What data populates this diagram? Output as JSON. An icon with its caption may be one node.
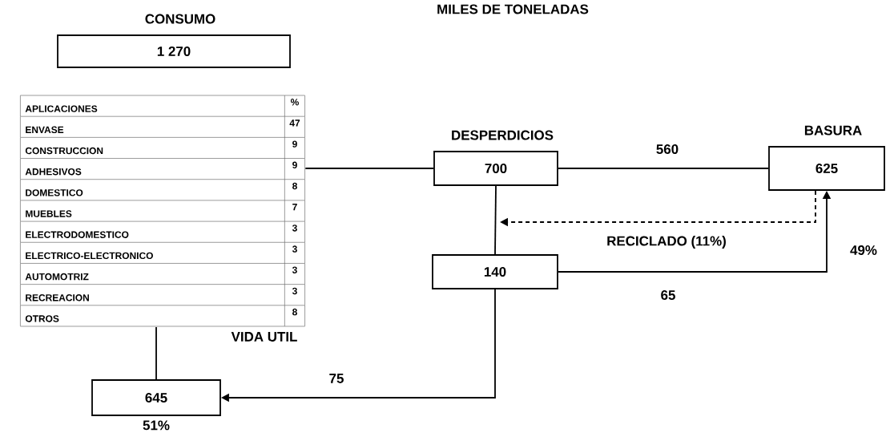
{
  "diagram": {
    "title": "MILES DE TONELADAS",
    "nodes": [
      {
        "text": [
          "CONSUMO",
          "1 270"
        ]
      },
      {
        "text": [
          "APLICACIONES",
          "%",
          "ENVASE",
          "47",
          "CONSTRUCCION",
          "9",
          "ADHESIVOS",
          "9",
          "DOMESTICO",
          "8",
          "MUEBLES",
          "7",
          "ELECTRODOMESTICO",
          "3",
          "ELECTRICO-ELECTRONICO",
          "3",
          "AUTOMOTRIZ",
          "3",
          "RECREACION",
          "3",
          "OTROS",
          "8"
        ]
      },
      {
        "text": [
          "DESPERDICIOS",
          "700"
        ]
      },
      {
        "text": [
          "BASURA",
          "625"
        ]
      },
      {
        "text": [
          "140"
        ]
      },
      {
        "text": [
          "645"
        ],
        "beside": [
          "51%"
        ]
      }
    ],
    "edges": [
      {
        "from": 1,
        "to": 2,
        "arrow": "none"
      },
      {
        "from": 2,
        "to": 3,
        "arrow": "none",
        "label": "560"
      },
      {
        "from": 2,
        "to": 4,
        "arrow": "none"
      },
      {
        "from": 3,
        "to": null,
        "arrow": "to",
        "style": "dashed"
      },
      {
        "from": 4,
        "to": 3,
        "arrow": "to",
        "label": "65"
      },
      {
        "from": 4,
        "to": 5,
        "arrow": "to",
        "label": "75"
      },
      {
        "from": 1,
        "to": 5,
        "arrow": "none"
      }
    ],
    "labels": [
      "RECICLADO (11%)",
      "49%",
      "VIDA UTIL"
    ]
  }
}
